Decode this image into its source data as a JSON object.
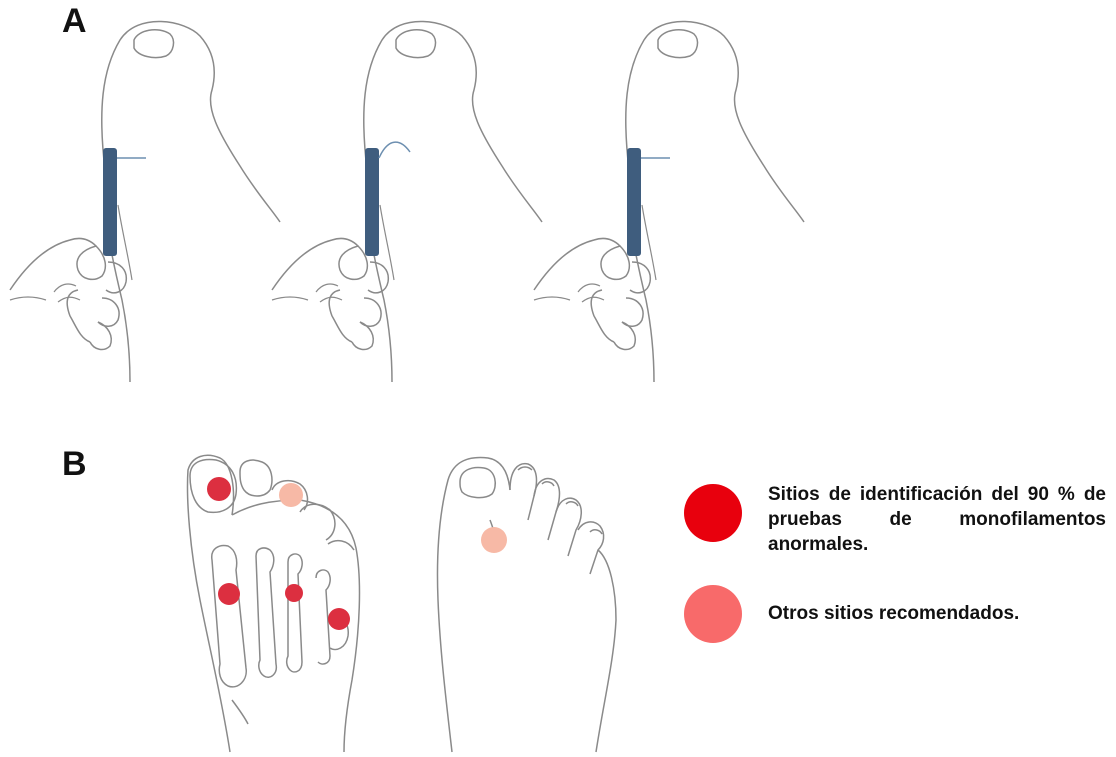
{
  "panels": {
    "a_label": "A",
    "b_label": "B"
  },
  "legend": {
    "primary": {
      "text": "Sitios de identificación del 90 % de pruebas de monofilamentos anormales.",
      "color": "#e8000d"
    },
    "secondary": {
      "text": "Otros sitios recomendados.",
      "color": "#f86a6a"
    }
  },
  "colors": {
    "monofilament_handle": "#3f5d7e",
    "filament": "#6d8fb0",
    "outline": "#8a8a8a",
    "site_primary_on_foot": "#dc2f40",
    "site_secondary_on_foot": "#f7b9a6"
  }
}
